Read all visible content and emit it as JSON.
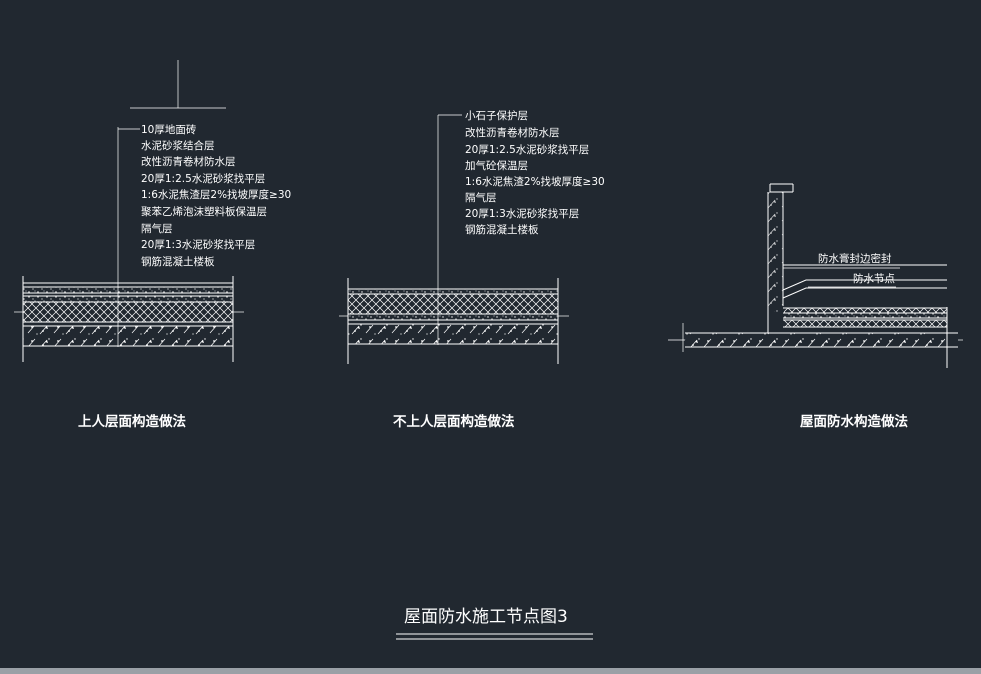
{
  "colors": {
    "background": "#212830",
    "line": "#ffffff",
    "statusbar": "#9aa0a6"
  },
  "detail_left": {
    "caption": "上人层面构造做法",
    "layers": [
      "10厚地面砖",
      "水泥砂浆结合层",
      "改性沥青卷材防水层",
      "20厚1:2.5水泥砂浆找平层",
      "1:6水泥焦渣层2%找坡厚度≥30",
      "聚苯乙烯泡沫塑料板保温层",
      "隔气层",
      "20厚1:3水泥砂浆找平层",
      "钢筋混凝土楼板"
    ]
  },
  "detail_middle": {
    "caption": "不上人层面构造做法",
    "layers": [
      "小石子保护层",
      "改性沥青卷材防水层",
      "20厚1:2.5水泥砂浆找平层",
      "加气砼保温层",
      "1:6水泥焦渣2%找坡厚度≥30",
      "隔气层",
      "20厚1:3水泥砂浆找平层",
      "钢筋混凝土楼板"
    ]
  },
  "detail_right": {
    "caption": "屋面防水构造做法",
    "callouts": [
      "防水膏封边密封",
      "防水节点"
    ]
  },
  "drawing_title": "屋面防水施工节点图3"
}
